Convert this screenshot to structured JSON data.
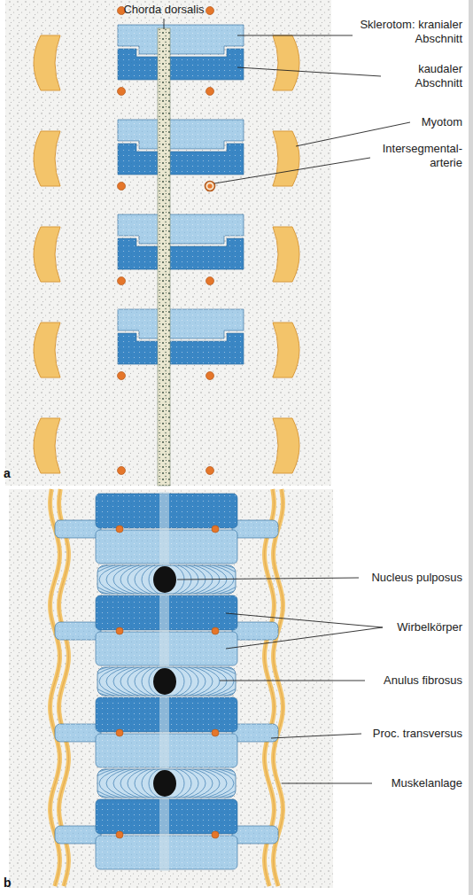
{
  "diagram": {
    "labels": [
      "Chorda dorsalis",
      "Sklerotom: kranialer Abschnitt",
      "kaudaler Abschnitt",
      "Myotom",
      "Intersegmental- arterie",
      "a",
      "Nucleus pulposus",
      "Wirbelkörper",
      "Anulus fibrosus",
      "Proc. transversus",
      "Muskelanlage",
      "b"
    ]
  }
}
